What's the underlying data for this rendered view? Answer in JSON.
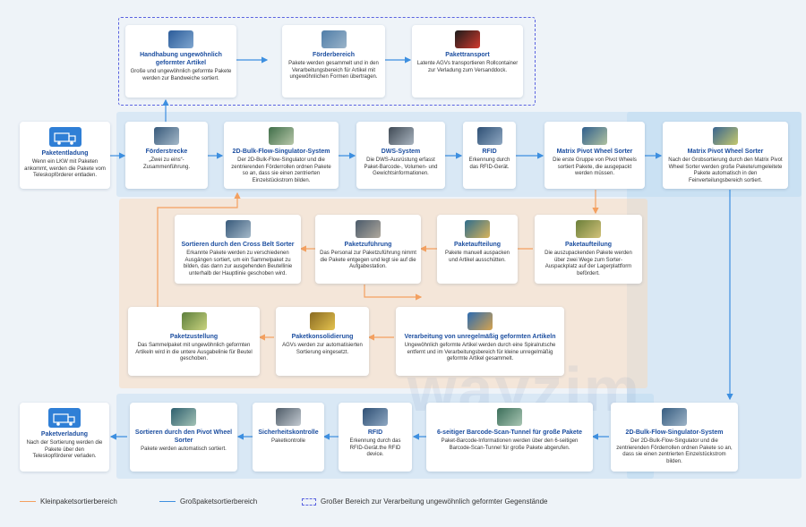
{
  "colors": {
    "blue": "#3d8fe0",
    "orange": "#f3a060",
    "title": "#1d4fa0",
    "dashed": "#5a63e0"
  },
  "cards": {
    "handhabung": {
      "title": "Handhabung ungewöhnlich geformter Artikel",
      "desc": "Große und ungewöhnlich geformte Pakete werden zur Bandweiche sortiert."
    },
    "foerderbereich": {
      "title": "Förderbereich",
      "desc": "Pakete werden gesammelt und in den Verarbeitungsbereich für Artikel mit ungewöhnlichen Formen übertragen."
    },
    "pakettransport": {
      "title": "Pakettransport",
      "desc": "Latente AGVs transportieren Rollcontainer zur Verladung zum Versanddock."
    },
    "paketentladung": {
      "title": "Paketentladung",
      "desc": "Wenn ein LKW mit Paketen ankommt, werden die Pakete vom Teleskopförderer entladen."
    },
    "foerderstrecke": {
      "title": "Förderstrecke",
      "desc": "„Zwei zu eins“-Zusammenführung."
    },
    "singulator1": {
      "title": "2D-Bulk-Flow-Singulator-System",
      "desc": "Der 2D-Bulk-Flow-Singulator und die zentrierenden Förderrollen ordnen Pakete so an, dass sie einen zentrierten Einzelstückstrom bilden."
    },
    "dws": {
      "title": "DWS-System",
      "desc": "Die DWS-Ausrüstung erfasst Paket-Barcode-, Volumen- und Gewichtsinformationen."
    },
    "rfid1": {
      "title": "RFID",
      "desc": "Erkennung durch das RFID-Gerät."
    },
    "matrix1": {
      "title": "Matrix Pivot Wheel Sorter",
      "desc": "Die erste Gruppe von Pivot Wheels sortiert Pakete, die ausgepackt werden müssen."
    },
    "matrix2": {
      "title": "Matrix Pivot Wheel Sorter",
      "desc": "Nach der Grobsortierung durch den Matrix Pivot Wheel Sorter werden große Pakete/umgeleitete Pakete automatisch in den Feinverteilungsbereich sortiert."
    },
    "crossbelt": {
      "title": "Sortieren durch den Cross Belt Sorter",
      "desc": "Erkannte Pakete werden zu verschiedenen Ausgängen sortiert, um ein Sammelpaket zu bilden, das dann zur ausgehenden Beutellinie unterhalb der Hauptlinie geschoben wird."
    },
    "paketzufuehrung": {
      "title": "Paketzuführung",
      "desc": "Das Personal zur Paketzuführung nimmt die Pakete entgegen und legt sie auf die Aufgabestation."
    },
    "paketaufteilung1": {
      "title": "Paketaufteilung",
      "desc": "Pakete manuell auspacken und Artikel ausschütten."
    },
    "paketaufteilung2": {
      "title": "Paketaufteilung",
      "desc": "Die auszupackenden Pakete werden über zwei Wege zum Sorter-Auspackplatz auf der Lagerplattform befördert."
    },
    "paketzustellung": {
      "title": "Paketzustellung",
      "desc": "Das Sammelpaket mit ungewöhnlich geformten Artikeln wird in die untere Ausgabelinie für Beutel geschoben."
    },
    "konsolidierung": {
      "title": "Paketkonsolidierung",
      "desc": "AGVs werden zur automatisierten Sortierung eingesetzt."
    },
    "verarbeitung": {
      "title": "Verarbeitung von unregelmäßig geformten Artikeln",
      "desc": "Ungewöhnlich geformte Artikel werden durch eine Spiralrutsche entfernt und im Verarbeitungsbereich für kleine unregelmäßig geformte Artikel gesammelt."
    },
    "paketverladung": {
      "title": "Paketverladung",
      "desc": "Nach der Sortierung werden die Pakete über den Teleskopförderer verladen."
    },
    "pivot_sort": {
      "title": "Sortieren durch den Pivot Wheel Sorter",
      "desc": "Pakete werden automatisch sortiert."
    },
    "sicherheit": {
      "title": "Sicherheitskontrolle",
      "desc": "Paketkontrolle"
    },
    "rfid2": {
      "title": "RFID",
      "desc": "Erkennung durch das RFID-Gerät.the RFID device."
    },
    "scantunnel": {
      "title": "6-seitiger Barcode-Scan-Tunnel für große Pakete",
      "desc": "Paket-Barcode-Informationen werden über den 6-seitigen Barcode-Scan-Tunnel für große Pakete abgerufen."
    },
    "singulator2": {
      "title": "2D-Bulk-Flow-Singulator-System",
      "desc": "Der 2D-Bulk-Flow-Singulator und die zentrierenden Förderrollen ordnen Pakete so an, dass sie einen zentrierten Einzelstückstrom bilden."
    }
  },
  "legend": {
    "small": "Kleinpaketsortierbereich",
    "large": "Großpaketsortierbereich",
    "irregular": "Großer Bereich zur Verarbeitung ungewöhnlich geformter Gegenstände"
  }
}
